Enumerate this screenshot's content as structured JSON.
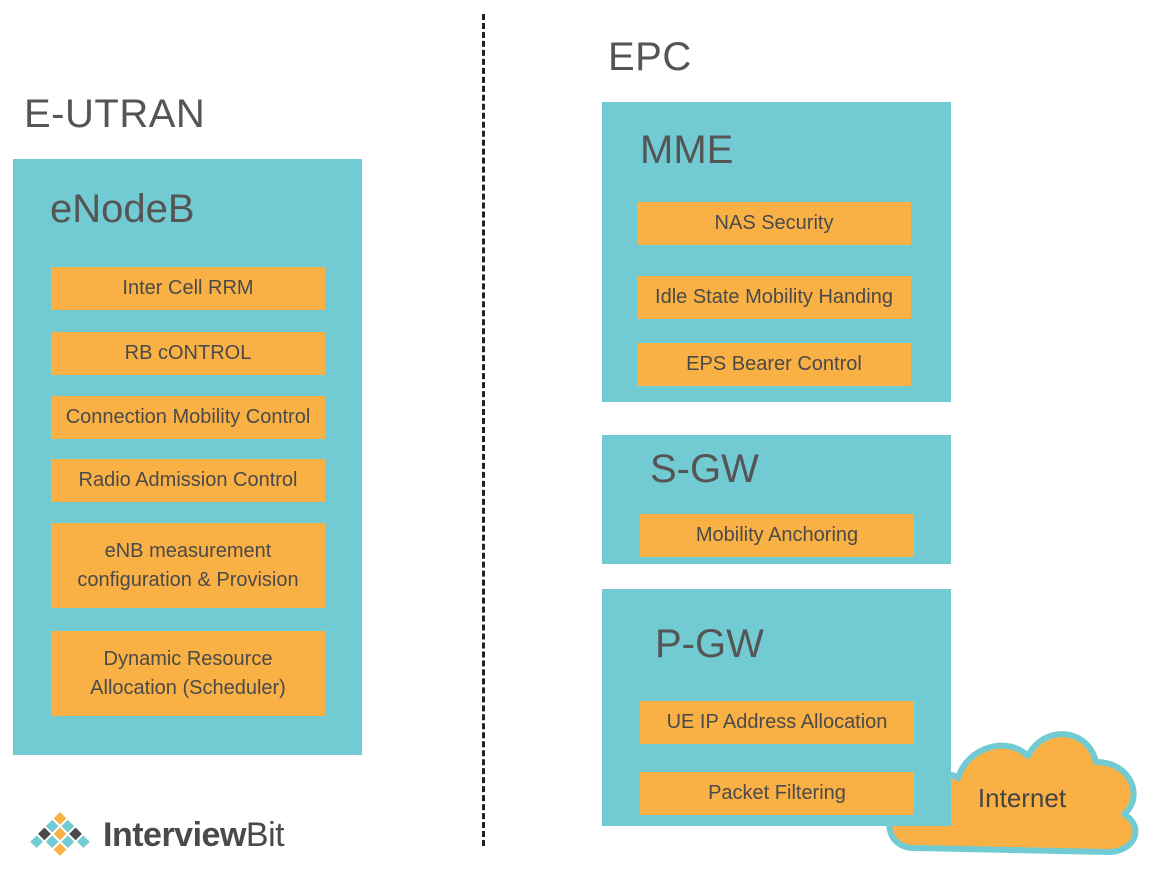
{
  "left": {
    "title": "E-UTRAN",
    "box": {
      "title": "eNodeB",
      "functions": [
        "Inter Cell RRM",
        "RB cONTROL",
        "Connection Mobility Control",
        "Radio Admission Control",
        "eNB measurement\nconfiguration & Provision",
        "Dynamic Resource\nAllocation (Scheduler)"
      ]
    }
  },
  "right": {
    "title": "EPC",
    "mme": {
      "title": "MME",
      "functions": [
        "NAS Security",
        "Idle State Mobility Handing",
        "EPS Bearer Control"
      ]
    },
    "sgw": {
      "title": "S-GW",
      "functions": [
        "Mobility Anchoring"
      ]
    },
    "pgw": {
      "title": "P-GW",
      "functions": [
        "UE IP Address Allocation",
        "Packet Filtering"
      ]
    }
  },
  "internet": {
    "label": "Internet"
  },
  "logo": {
    "brand_bold": "Interview",
    "brand_rest": "Bit"
  },
  "colors": {
    "teal": "#72CBD3",
    "orange": "#F9B044",
    "text": "#555555",
    "cloud_outline": "#72CBD3"
  }
}
